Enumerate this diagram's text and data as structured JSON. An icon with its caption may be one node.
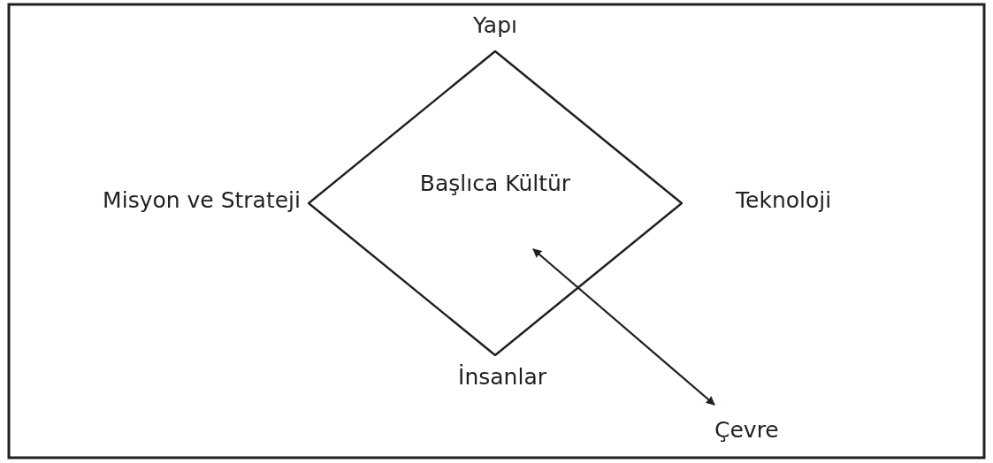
{
  "diagram": {
    "nodes": [
      {
        "text": [
          "Başlıca Kültür"
        ]
      },
      {
        "text": [
          "Çevre"
        ]
      }
    ],
    "edges": [
      {
        "from": 0,
        "to": 1,
        "arrow": "both"
      }
    ],
    "labels": [
      "Yapı",
      "Misyon ve Strateji",
      "Teknoloji",
      "İnsanlar"
    ]
  }
}
